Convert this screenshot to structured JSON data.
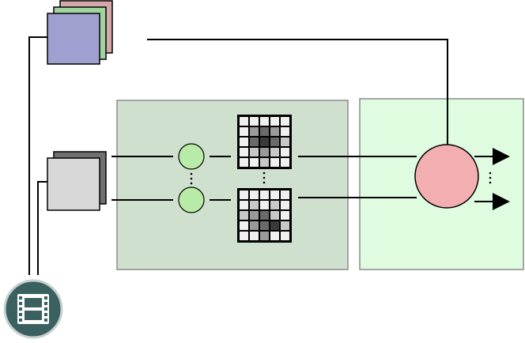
{
  "colors": {
    "rgb_stack": [
      "#d4a8a8",
      "#9fd49f",
      "#a0a0d0"
    ],
    "gray_stack": [
      "#707070",
      "#d8d8d8"
    ],
    "left_panel": "#cfe0cf",
    "right_panel": "#e0fce0",
    "panel_border": "#8a8a8a",
    "node_fill": "#b7eba7",
    "fusion_node": "#f2aeb0",
    "video_badge": "#3a6060",
    "line": "#000000"
  },
  "icons": {
    "rgb_frames": "stacked-rgb-frames-icon",
    "grayscale_frames": "stacked-grayscale-frames-icon",
    "video_source": "film-strip-icon",
    "feature_map": "grid-heatmap-icon",
    "output": "arrow-right-icon"
  },
  "grids": {
    "top": [
      [
        0,
        0,
        0,
        0,
        0
      ],
      [
        0,
        2,
        3,
        2,
        0
      ],
      [
        0,
        3,
        4,
        3,
        1
      ],
      [
        0,
        1,
        2,
        1,
        0
      ],
      [
        0,
        0,
        1,
        0,
        0
      ]
    ],
    "bottom": [
      [
        0,
        0,
        0,
        0,
        0
      ],
      [
        0,
        1,
        0,
        1,
        0
      ],
      [
        1,
        2,
        3,
        1,
        0
      ],
      [
        0,
        2,
        3,
        4,
        1
      ],
      [
        0,
        0,
        2,
        0,
        0
      ]
    ]
  },
  "grid_shades": [
    "#f0f0f0",
    "#c8c8c8",
    "#9a9a9a",
    "#6a6a6a",
    "#3a3a3a"
  ]
}
